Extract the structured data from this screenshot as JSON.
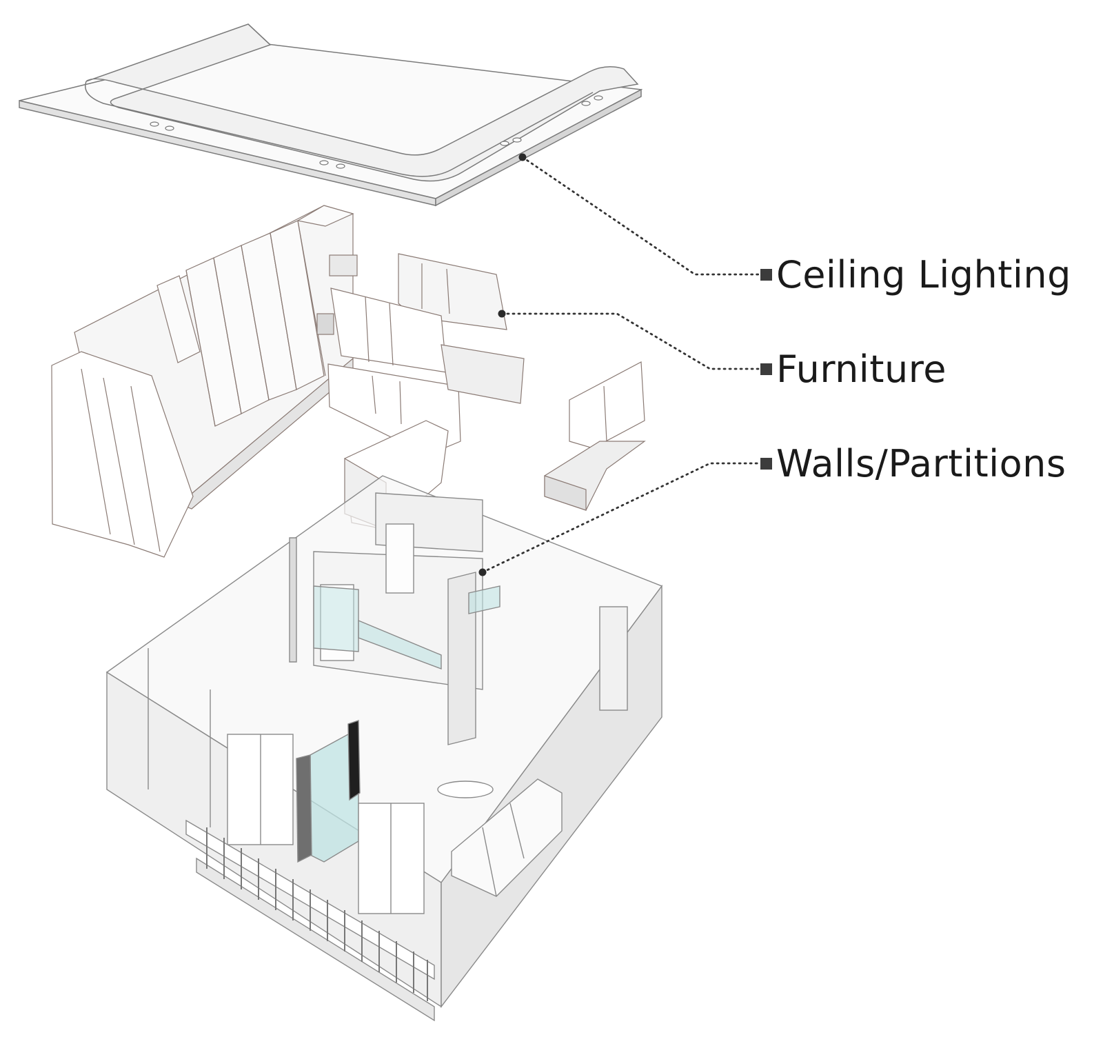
{
  "diagram": {
    "labels": [
      {
        "id": "ceiling",
        "text": "Ceiling Lighting"
      },
      {
        "id": "furniture",
        "text": "Furniture"
      },
      {
        "id": "walls",
        "text": "Walls/Partitions"
      }
    ],
    "colors": {
      "line": "#333333",
      "surface": "#ffffff",
      "shade": "#e8e8e8",
      "shade_dark": "#cfcfcf",
      "edge": "#8a8a8a",
      "glass": "#bfe3e3",
      "marker": "#3c3c3c"
    }
  }
}
